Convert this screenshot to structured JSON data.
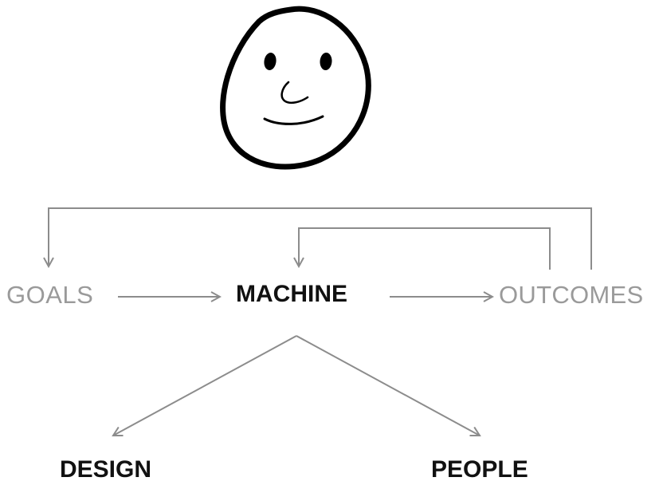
{
  "diagram": {
    "icon": "smiling-face-icon",
    "nodes": {
      "goals": "GOALS",
      "machine": "MACHINE",
      "outcomes": "OUTCOMES",
      "design": "DESIGN",
      "people": "PEOPLE"
    },
    "colors": {
      "primary_text": "#111111",
      "secondary_text": "#9a9a9a",
      "arrow": "#8c8c8c",
      "face_outline": "#000000"
    }
  }
}
